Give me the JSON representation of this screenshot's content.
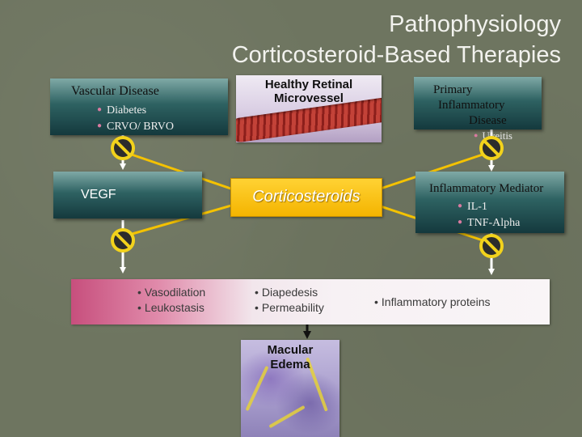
{
  "title": {
    "line1": "Pathophysiology",
    "line2": "Corticosteroid-Based Therapies"
  },
  "vascular": {
    "heading": "Vascular Disease",
    "bullets": [
      "Diabetes",
      "CRVO/ BRVO"
    ]
  },
  "retinal": {
    "line1": "Healthy Retinal",
    "line2": "Microvessel"
  },
  "inflammatory_disease": {
    "line1": "Primary",
    "line2": "Inflammatory",
    "line3": "Disease",
    "bullets": [
      "Uveitis"
    ]
  },
  "vegf": {
    "label": "VEGF"
  },
  "corticosteroids": {
    "label": "Corticosteroids"
  },
  "mediator": {
    "heading": "Inflammatory Mediator",
    "bullets": [
      "IL-1",
      "TNF-Alpha"
    ]
  },
  "effects": {
    "group1": [
      "Vasodilation",
      "Leukostasis"
    ],
    "group2": [
      "Diapedesis",
      "Permeability"
    ],
    "group3": [
      "Inflammatory proteins"
    ]
  },
  "macular": {
    "line1": "Macular",
    "line2": "Edema"
  },
  "icons": {
    "inhibit": "inhibit-symbol-icon",
    "bullet": "bullet-dot-icon"
  },
  "colors": {
    "background": "#6e7560",
    "teal_top": "#7fa9a6",
    "teal_bottom": "#14393d",
    "corticosteroid_yellow": "#f4b400",
    "inhibit_yellow": "#f2d21c",
    "bullet_pink": "#d97aa0"
  }
}
